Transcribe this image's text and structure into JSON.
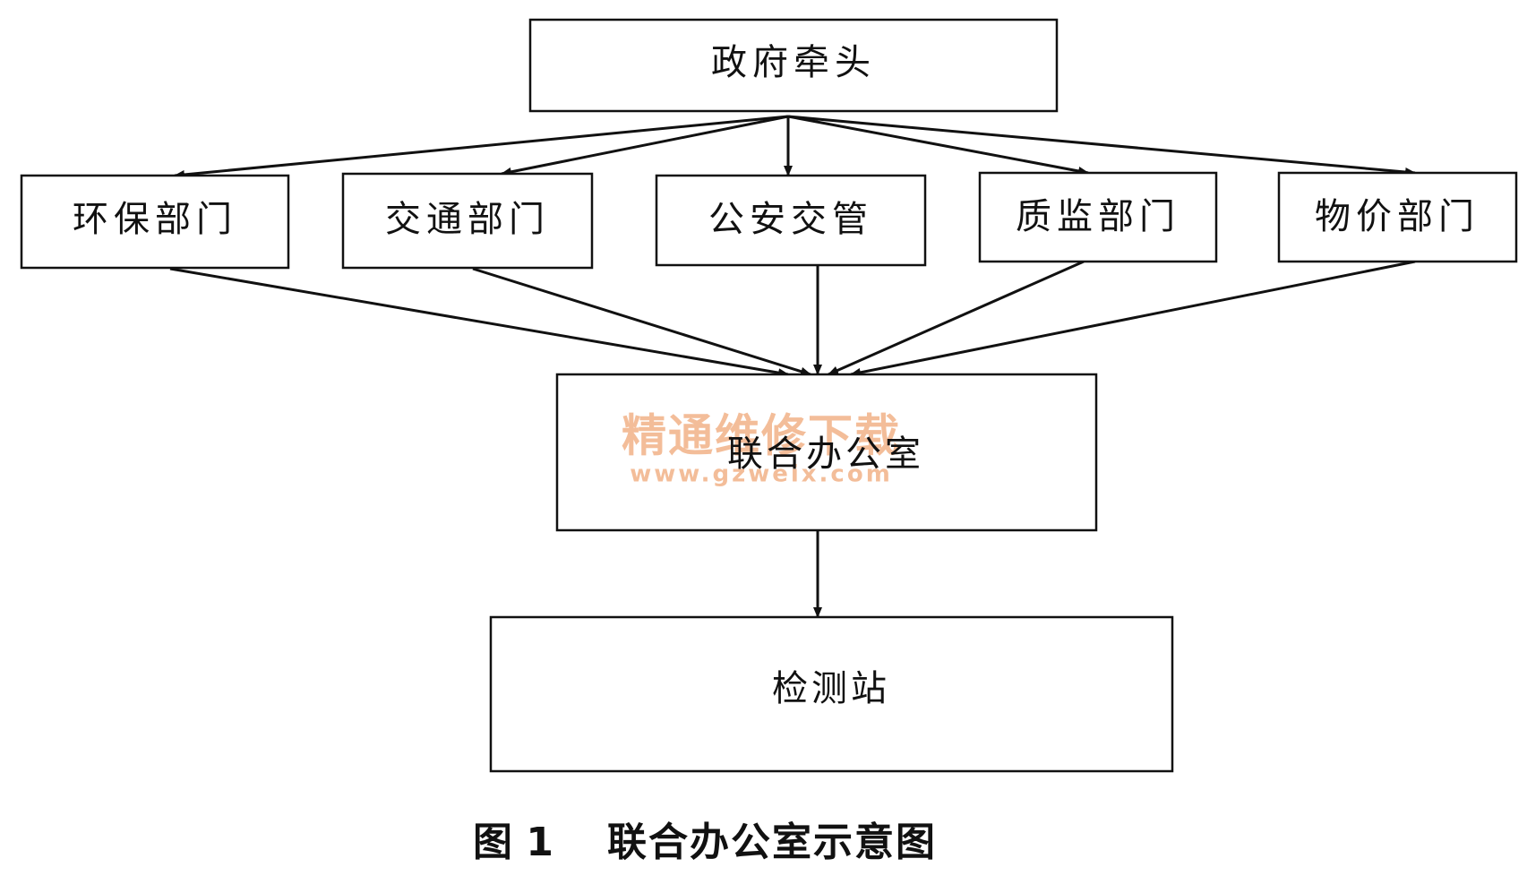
{
  "diagram": {
    "nodes": {
      "government": {
        "label": "政府牵头"
      },
      "env": {
        "label": "环保部门"
      },
      "traffic": {
        "label": "交通部门"
      },
      "police": {
        "label": "公安交管"
      },
      "quality": {
        "label": "质监部门"
      },
      "price": {
        "label": "物价部门"
      },
      "office": {
        "label": "联合办公室"
      },
      "station": {
        "label": "检测站"
      }
    },
    "edges": [
      {
        "from": "government",
        "to": "env"
      },
      {
        "from": "government",
        "to": "traffic"
      },
      {
        "from": "government",
        "to": "police"
      },
      {
        "from": "government",
        "to": "quality"
      },
      {
        "from": "government",
        "to": "price"
      },
      {
        "from": "env",
        "to": "office"
      },
      {
        "from": "traffic",
        "to": "office"
      },
      {
        "from": "police",
        "to": "office"
      },
      {
        "from": "quality",
        "to": "office"
      },
      {
        "from": "price",
        "to": "office"
      },
      {
        "from": "office",
        "to": "station"
      }
    ],
    "watermark": {
      "cn": "精通维修下载",
      "url": "www.gzweix.com",
      "color": "#f0a878"
    },
    "caption": {
      "figure": "图 1",
      "title": "联合办公室示意图"
    }
  }
}
